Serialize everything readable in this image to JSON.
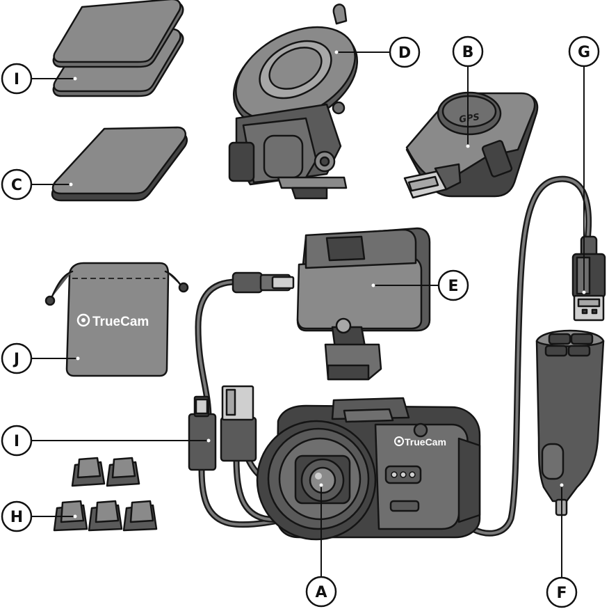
{
  "brand": {
    "text": "TrueCam"
  },
  "gps_module": {
    "text": "GPS"
  },
  "callouts": {
    "A": "A",
    "B": "B",
    "C": "C",
    "D": "D",
    "E": "E",
    "F": "F",
    "G": "G",
    "H": "H",
    "I_top": "I",
    "I_cable": "I",
    "J": "J"
  },
  "colors": {
    "outline": "#141414",
    "body_gray": "#8a8a8a",
    "dark_gray": "#5a5a5a",
    "badge_fill": "#ffffff"
  }
}
